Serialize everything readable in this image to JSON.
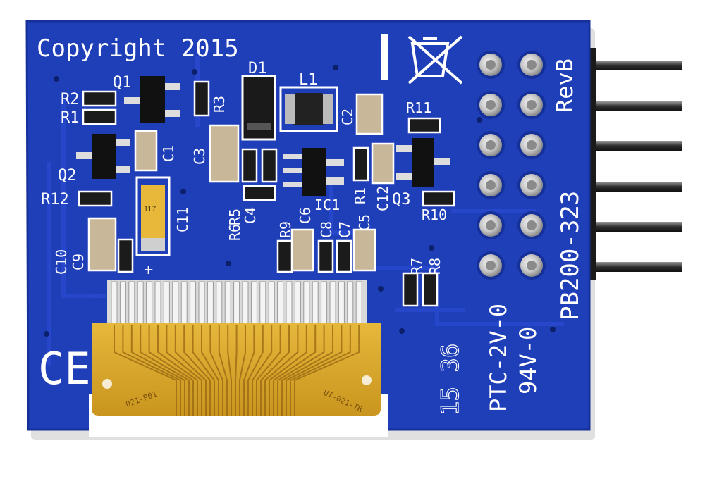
{
  "image": {
    "subject": "pcb-board",
    "colors": {
      "pcb": "#1f3fb8",
      "pcb_dark": "#16309a",
      "silkscreen": "#ffffff",
      "flex_cable": "#d8a628",
      "flex_trace": "#8a5a10",
      "pin": "#3a3a3a",
      "tantalum": "#e8b83a"
    }
  },
  "silkscreen": {
    "copyright": "Copyright 2015",
    "revision": "RevB",
    "part_number": "PB200-323",
    "flame_rating_1": "PTC-2V-0",
    "flame_rating_2": "94V-0",
    "date_code": "15 36",
    "ce_mark": "CE",
    "plus_mark": "+",
    "flex_text_left": "021-P01",
    "flex_text_right": "UT-021-TR"
  },
  "designators": [
    {
      "id": "q1",
      "text": "Q1"
    },
    {
      "id": "q2",
      "text": "Q2"
    },
    {
      "id": "q3",
      "text": "Q3"
    },
    {
      "id": "d1",
      "text": "D1"
    },
    {
      "id": "l1",
      "text": "L1"
    },
    {
      "id": "ic1",
      "text": "IC1"
    },
    {
      "id": "r1",
      "text": "R1"
    },
    {
      "id": "r2",
      "text": "R2"
    },
    {
      "id": "r3",
      "text": "R3"
    },
    {
      "id": "r5",
      "text": "R5"
    },
    {
      "id": "r6",
      "text": "R6"
    },
    {
      "id": "r7",
      "text": "R7"
    },
    {
      "id": "r8",
      "text": "R8"
    },
    {
      "id": "r9",
      "text": "R9"
    },
    {
      "id": "r10",
      "text": "R10"
    },
    {
      "id": "r11",
      "text": "R11"
    },
    {
      "id": "r12",
      "text": "R12"
    },
    {
      "id": "r1b",
      "text": "R1"
    },
    {
      "id": "c1",
      "text": "C1"
    },
    {
      "id": "c2",
      "text": "C2"
    },
    {
      "id": "c3",
      "text": "C3"
    },
    {
      "id": "c4",
      "text": "C4"
    },
    {
      "id": "c5",
      "text": "C5"
    },
    {
      "id": "c6",
      "text": "C6"
    },
    {
      "id": "c7",
      "text": "C7"
    },
    {
      "id": "c8",
      "text": "C8"
    },
    {
      "id": "c9",
      "text": "C9"
    },
    {
      "id": "c10",
      "text": "C10"
    },
    {
      "id": "c11",
      "text": "C11"
    },
    {
      "id": "c12",
      "text": "C12"
    }
  ],
  "header_pins": {
    "rows": 6,
    "columns": 2
  }
}
